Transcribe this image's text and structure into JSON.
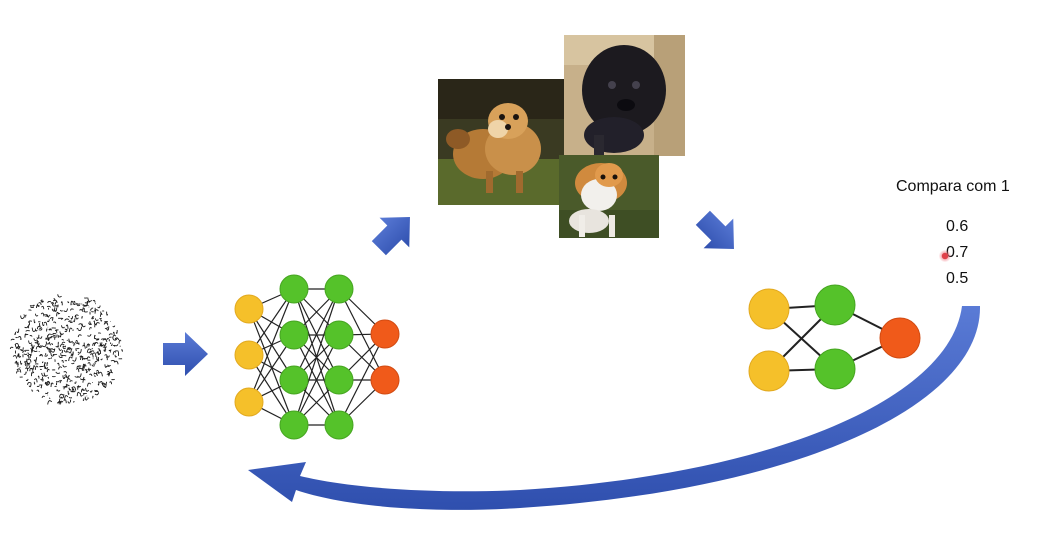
{
  "comparison": {
    "title": "Compara com 1",
    "scores": [
      "0.6",
      "0.7",
      "0.5"
    ]
  },
  "icons": {
    "noise": "random-noise-icon",
    "generator": "generator-network-icon",
    "discriminator": "discriminator-network-icon",
    "feedback_arrow": "feedback-curved-arrow-icon",
    "generated_images": [
      "generated-dog-image",
      "generated-dog-image",
      "generated-dog-image"
    ]
  },
  "colors": {
    "arrow": "#3f5fbf",
    "input_node": "#f5c02a",
    "hidden_node": "#55c22a",
    "output_node": "#f05a1a",
    "cursor": "#e0414a"
  }
}
